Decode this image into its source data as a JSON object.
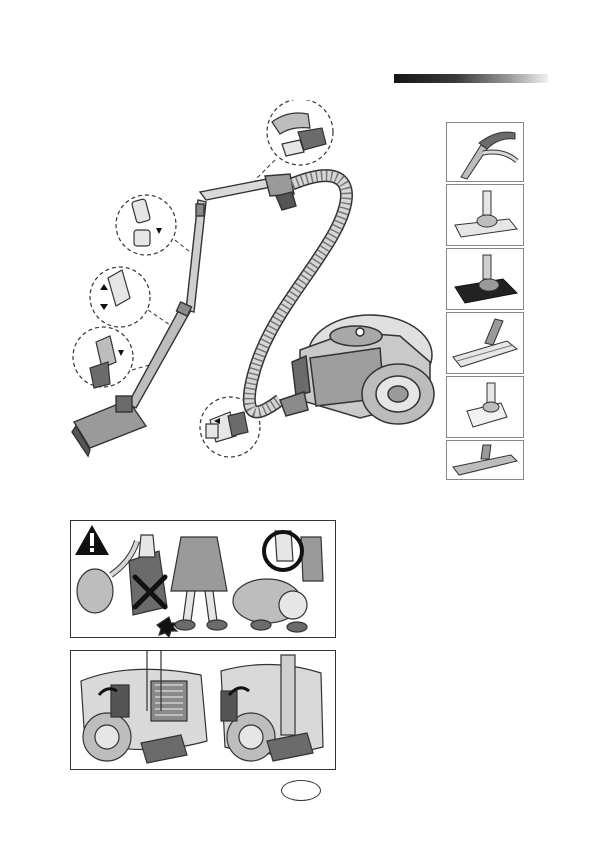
{
  "page": {
    "title": "",
    "page_number": ""
  },
  "colors": {
    "header_bar_dark": "#1a1a1a",
    "header_bar_light": "#f2f2f2",
    "line": "#333333",
    "fill_light": "#e6e6e6",
    "fill_mid": "#bdbdbd",
    "fill_dark": "#6b6b6b",
    "warning_black": "#111111"
  },
  "illustrations": {
    "main_assembly": "vacuum-cleaner-assembly-illustration",
    "accessories": [
      "crevice-handle-accessory",
      "floor-brush-accessory",
      "turbo-brush-accessory",
      "parquet-brush-accessory",
      "mini-turbo-brush-accessory",
      "wide-floor-tool-accessory"
    ],
    "warning_panel": "do-not-carry-by-hose-warning",
    "storage_panel": "nozzle-parking-storage-illustration"
  }
}
